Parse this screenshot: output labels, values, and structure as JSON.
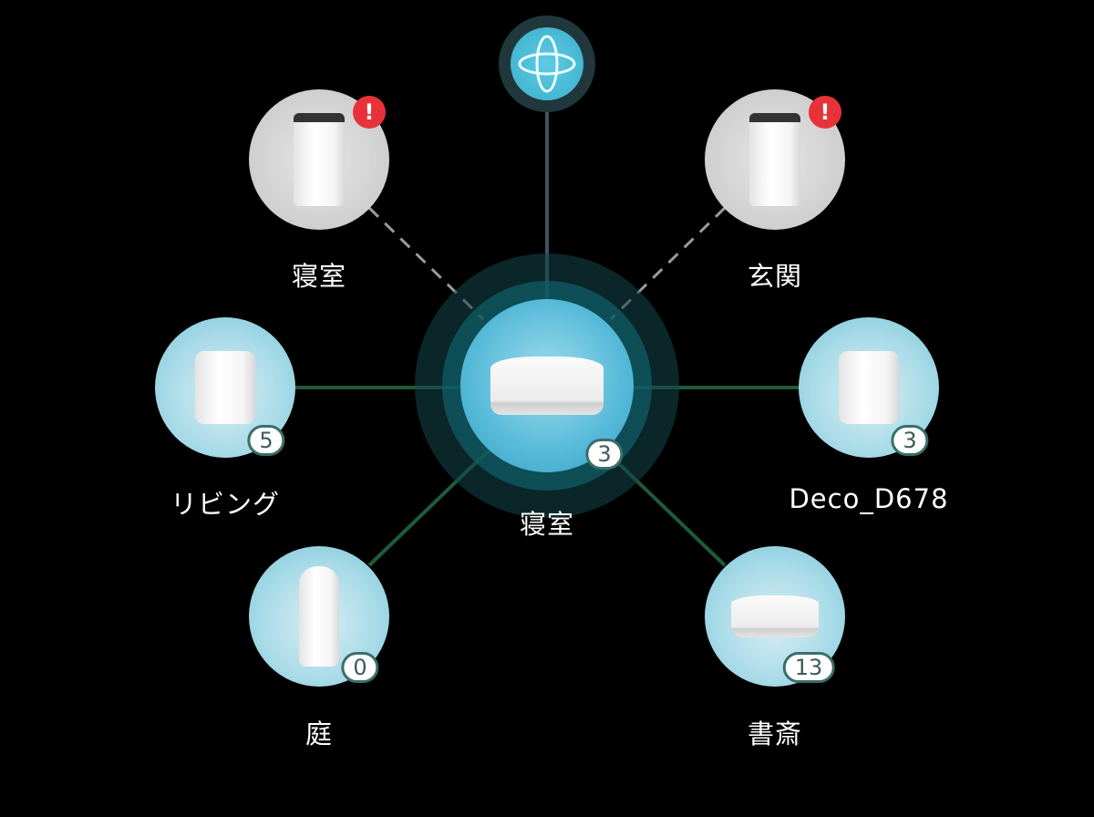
{
  "internet": {
    "icon": "globe-icon",
    "color": "#4cbfd9"
  },
  "main_node": {
    "label": "寝室",
    "clients": "3"
  },
  "satellites": [
    {
      "label": "寝室",
      "status": "offline",
      "alert": "!"
    },
    {
      "label": "玄関",
      "status": "offline",
      "alert": "!"
    },
    {
      "label": "リビング",
      "clients": "5",
      "status": "online"
    },
    {
      "label": "Deco_D678",
      "clients": "3",
      "status": "online"
    },
    {
      "label": "庭",
      "clients": "0",
      "status": "online"
    },
    {
      "label": "書斎",
      "clients": "13",
      "status": "online"
    }
  ],
  "colors": {
    "wired_link": "#1f5a3a",
    "internet_link": "#3a5566",
    "offline_link": "#9a9a9a",
    "alert": "#e8323a"
  }
}
